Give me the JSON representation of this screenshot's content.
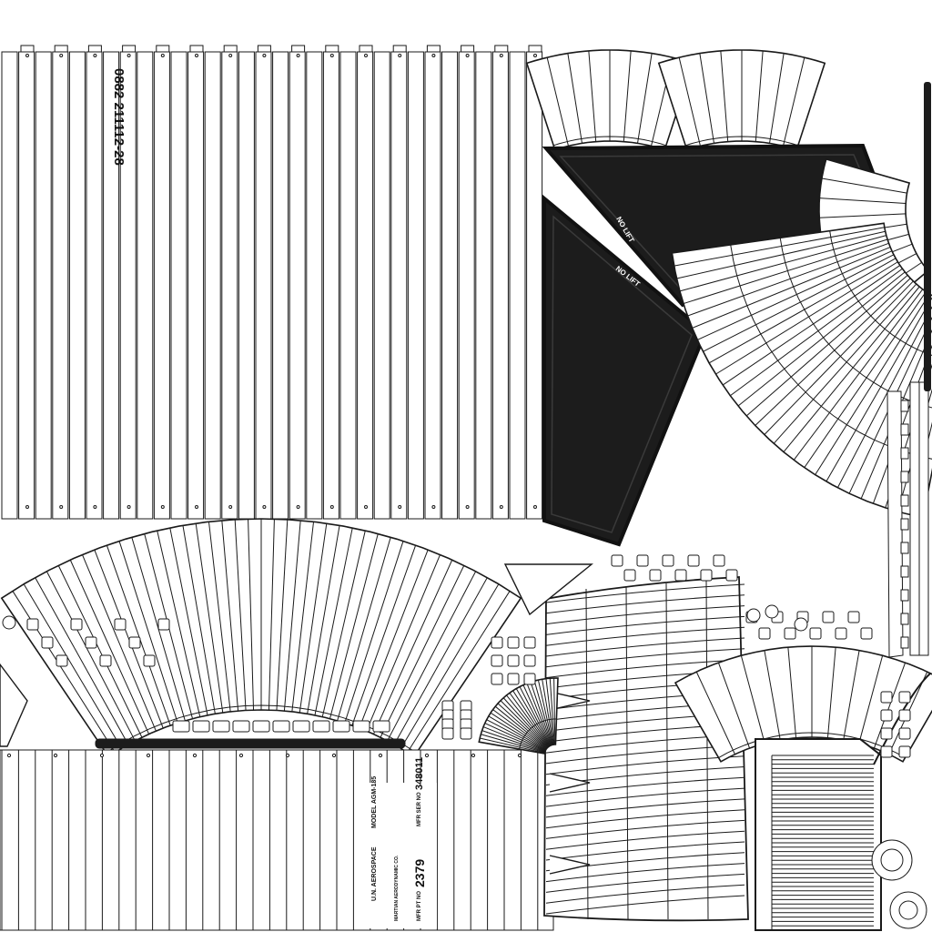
{
  "texture": {
    "part_number": "0882 211112-28",
    "no_lift_upper": "NO LIFT",
    "no_lift_lower": "NO LIFT",
    "plate": {
      "maker": "U.N. AEROSPACE",
      "model": "MODEL AGM-185",
      "manufacturer": "MARTIAN AERODYNAMIC CO.",
      "mfr_ser_label": "MFR SER NO",
      "mfr_ser_value": "348011",
      "mfr_pt_label": "MFR PT NO",
      "mfr_pt_value": "2379"
    }
  },
  "colors": {
    "line": "#1a1a1a",
    "panel_fill": "#ffffff",
    "dark_panel": "#1c1c1c"
  }
}
